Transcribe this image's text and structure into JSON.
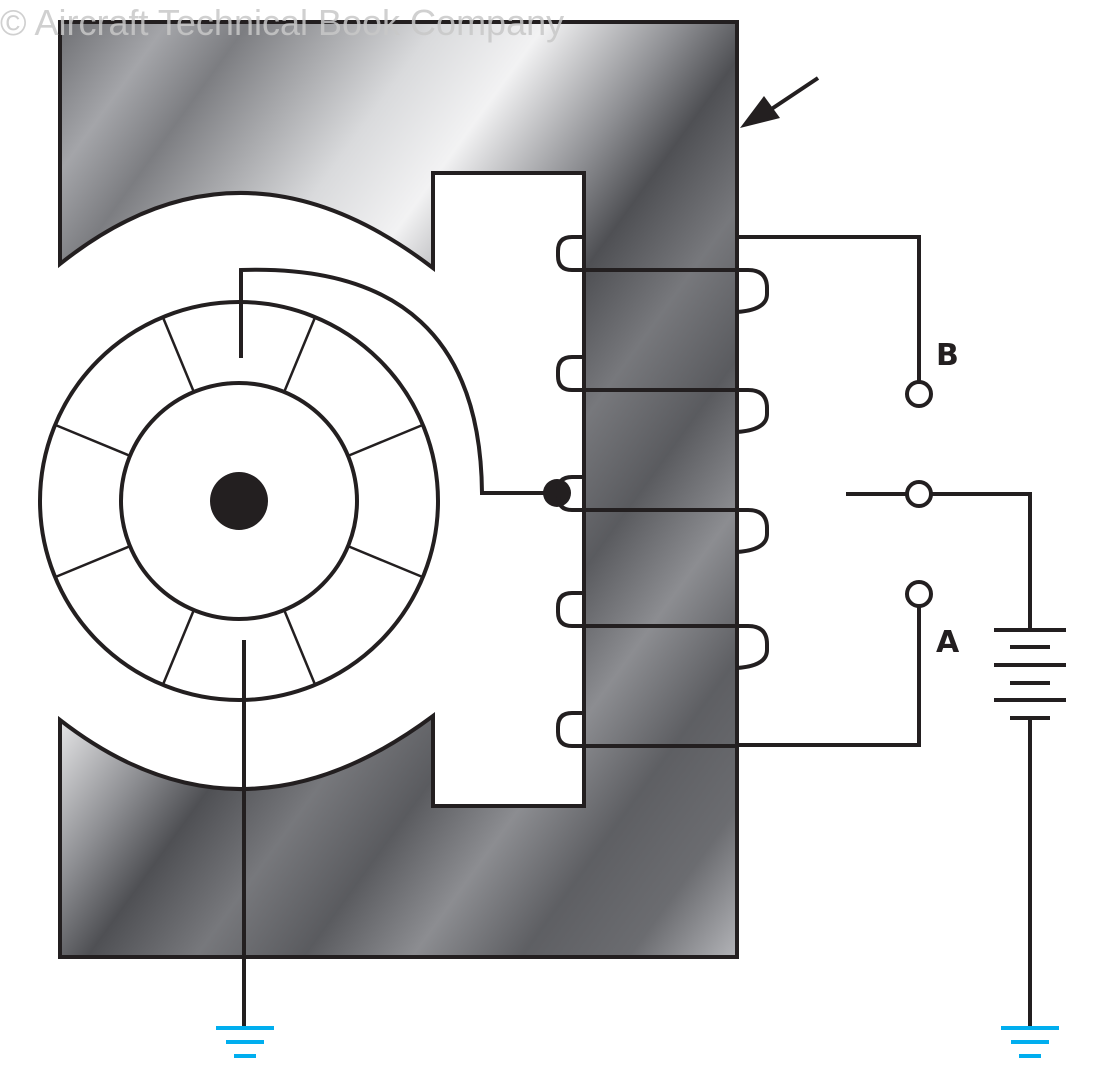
{
  "watermark": "© Aircraft Technical Book Company",
  "labels": {
    "terminal_b": "B",
    "terminal_a": "A"
  },
  "colors": {
    "line": "#231f20",
    "ground": "#00aeef",
    "frame_light": "#f0f0f1",
    "frame_mid": "#8a8b8f",
    "frame_dark": "#55565a"
  },
  "components": {
    "field_frame": "field-frame",
    "armature": "armature",
    "commutator_segments": 8,
    "field_coil_turns": 5,
    "battery_cells": 3,
    "ground_symbols": 2,
    "switch_terminals": [
      "B",
      "common",
      "A"
    ]
  }
}
